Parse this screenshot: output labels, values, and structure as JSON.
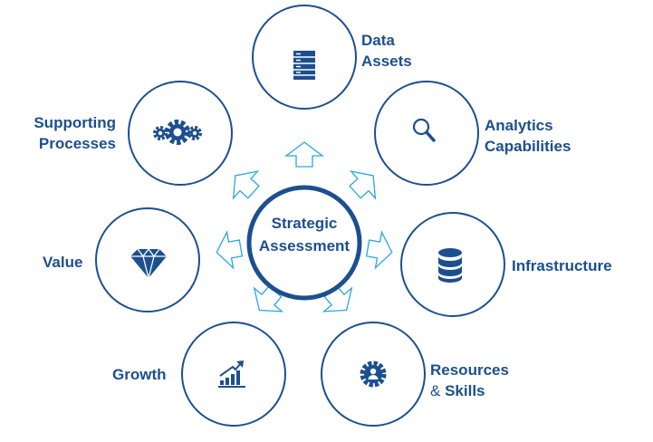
{
  "center": {
    "line1": "Strategic",
    "line2": "Assessment"
  },
  "nodes": [
    {
      "id": "data-assets",
      "line1": "Data",
      "line2": "Assets",
      "icon": "server-rack-icon"
    },
    {
      "id": "analytics",
      "line1": "Analytics",
      "line2": "Capabilities",
      "icon": "magnifier-icon"
    },
    {
      "id": "infrastructure",
      "line1": "Infrastructure",
      "icon": "database-icon"
    },
    {
      "id": "resources",
      "line1": "Resources",
      "line2_amp": "&",
      "line2": "Skills",
      "icon": "person-gear-icon"
    },
    {
      "id": "growth",
      "line1": "Growth",
      "icon": "growth-chart-icon"
    },
    {
      "id": "value",
      "line1": "Value",
      "icon": "diamond-icon"
    },
    {
      "id": "supporting",
      "line1": "Supporting",
      "line2": "Processes",
      "icon": "gears-icon"
    }
  ],
  "colors": {
    "primary": "#1c4f8f",
    "arrow": "#29a8e0"
  }
}
